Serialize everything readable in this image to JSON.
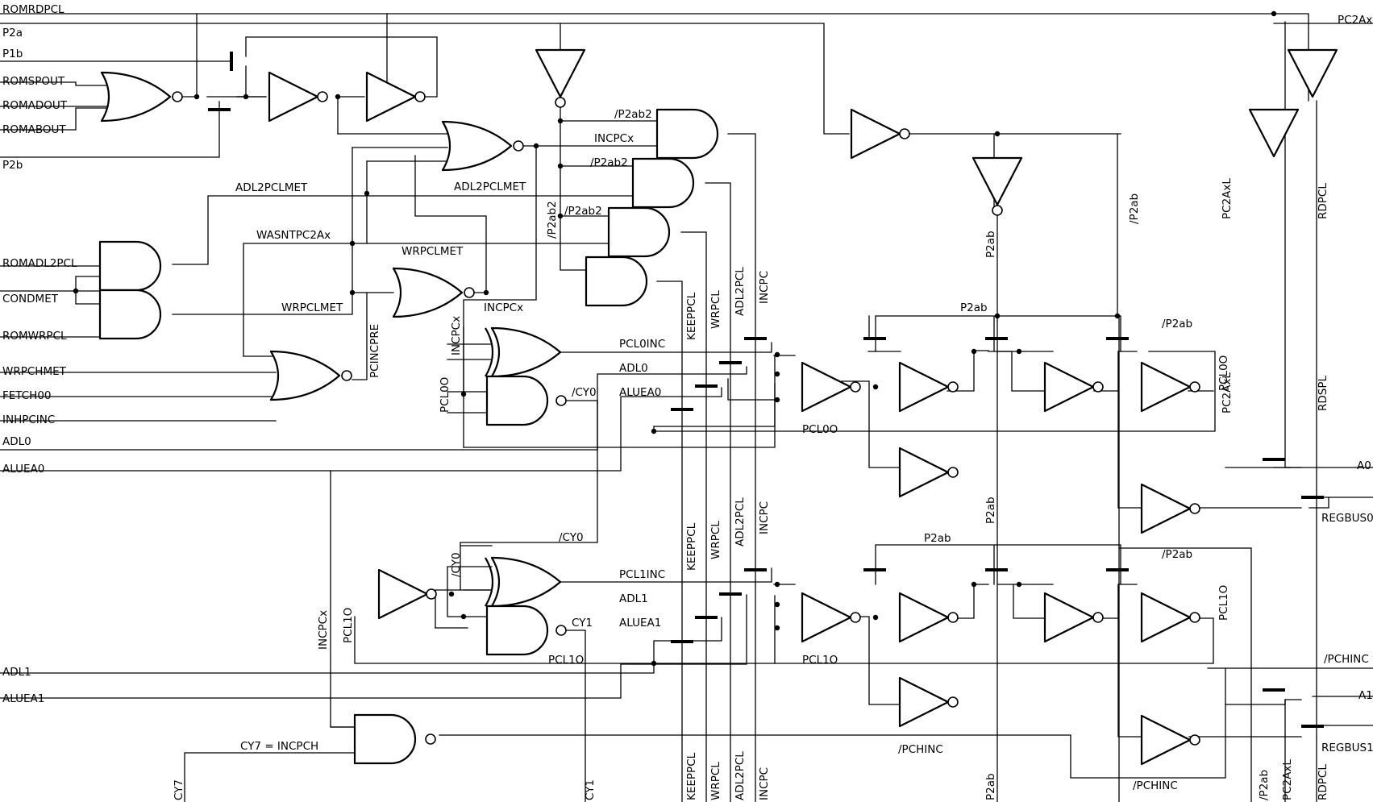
{
  "inputs": {
    "romrdpcl": "ROMRDPCL",
    "p2a": "P2a",
    "p1b": "P1b",
    "romspout": "ROMSPOUT",
    "romadout": "ROMADOUT",
    "romabout": "ROMABOUT",
    "p2b": "P2b",
    "romadl2pcl": "ROMADL2PCL",
    "condmet": "CONDMET",
    "romwrpcl": "ROMWRPCL",
    "wrpchmet": "WRPCHMET",
    "fetch00": "FETCH00",
    "inhpcinc": "INHPCINC",
    "adl0": "ADL0",
    "aluea0": "ALUEA0",
    "adl1": "ADL1",
    "aluea1": "ALUEA1"
  },
  "outputs": {
    "pc2ax": "PC2Ax",
    "a0": "A0",
    "regbus0": "REGBUS0",
    "pchinc": "/PCHINC",
    "a1": "A1",
    "regbus1": "REGBUS1"
  },
  "internal": {
    "p2ab2": "/P2ab2",
    "incpcx": "INCPCx",
    "adl2pclmet": "ADL2PCLMET",
    "wasntpc2ax": "WASNTPC2Ax",
    "wrpclmet": "WRPCLMET",
    "pcincpre": "PCINCPRE",
    "pcl0o": "PCL0O",
    "pcl0inc": "PCL0INC",
    "adl0": "ADL0",
    "aluea0": "ALUEA0",
    "ncy0": "/CY0",
    "p2ab": "P2ab",
    "np2ab": "/P2ab",
    "pc2axl": "PC2AxL",
    "rdpcl": "RDPCL",
    "rdspl": "RDSPL",
    "keeppcl": "KEEPPCL",
    "wrpcl": "WRPCL",
    "adl2pcl": "ADL2PCL",
    "incpc": "INCPC",
    "pcl1o": "PCL1O",
    "pcl1inc": "PCL1INC",
    "adl1": "ADL1",
    "aluea1": "ALUEA1",
    "cy1": "CY1",
    "cy7_incpch": "CY7 = INCPCH",
    "pchinc": "/PCHINC"
  },
  "bottom": {
    "cy7": "CY7",
    "cy1": "CY1",
    "keeppcl": "KEEPPCL",
    "wrpcl": "WRPCL",
    "adl2pcl": "ADL2PCL",
    "incpc": "INCPC",
    "p2ab": "P2ab",
    "np2ab": "/P2ab",
    "pc2axl": "PC2AxL",
    "rdpcl": "RDPCL"
  }
}
